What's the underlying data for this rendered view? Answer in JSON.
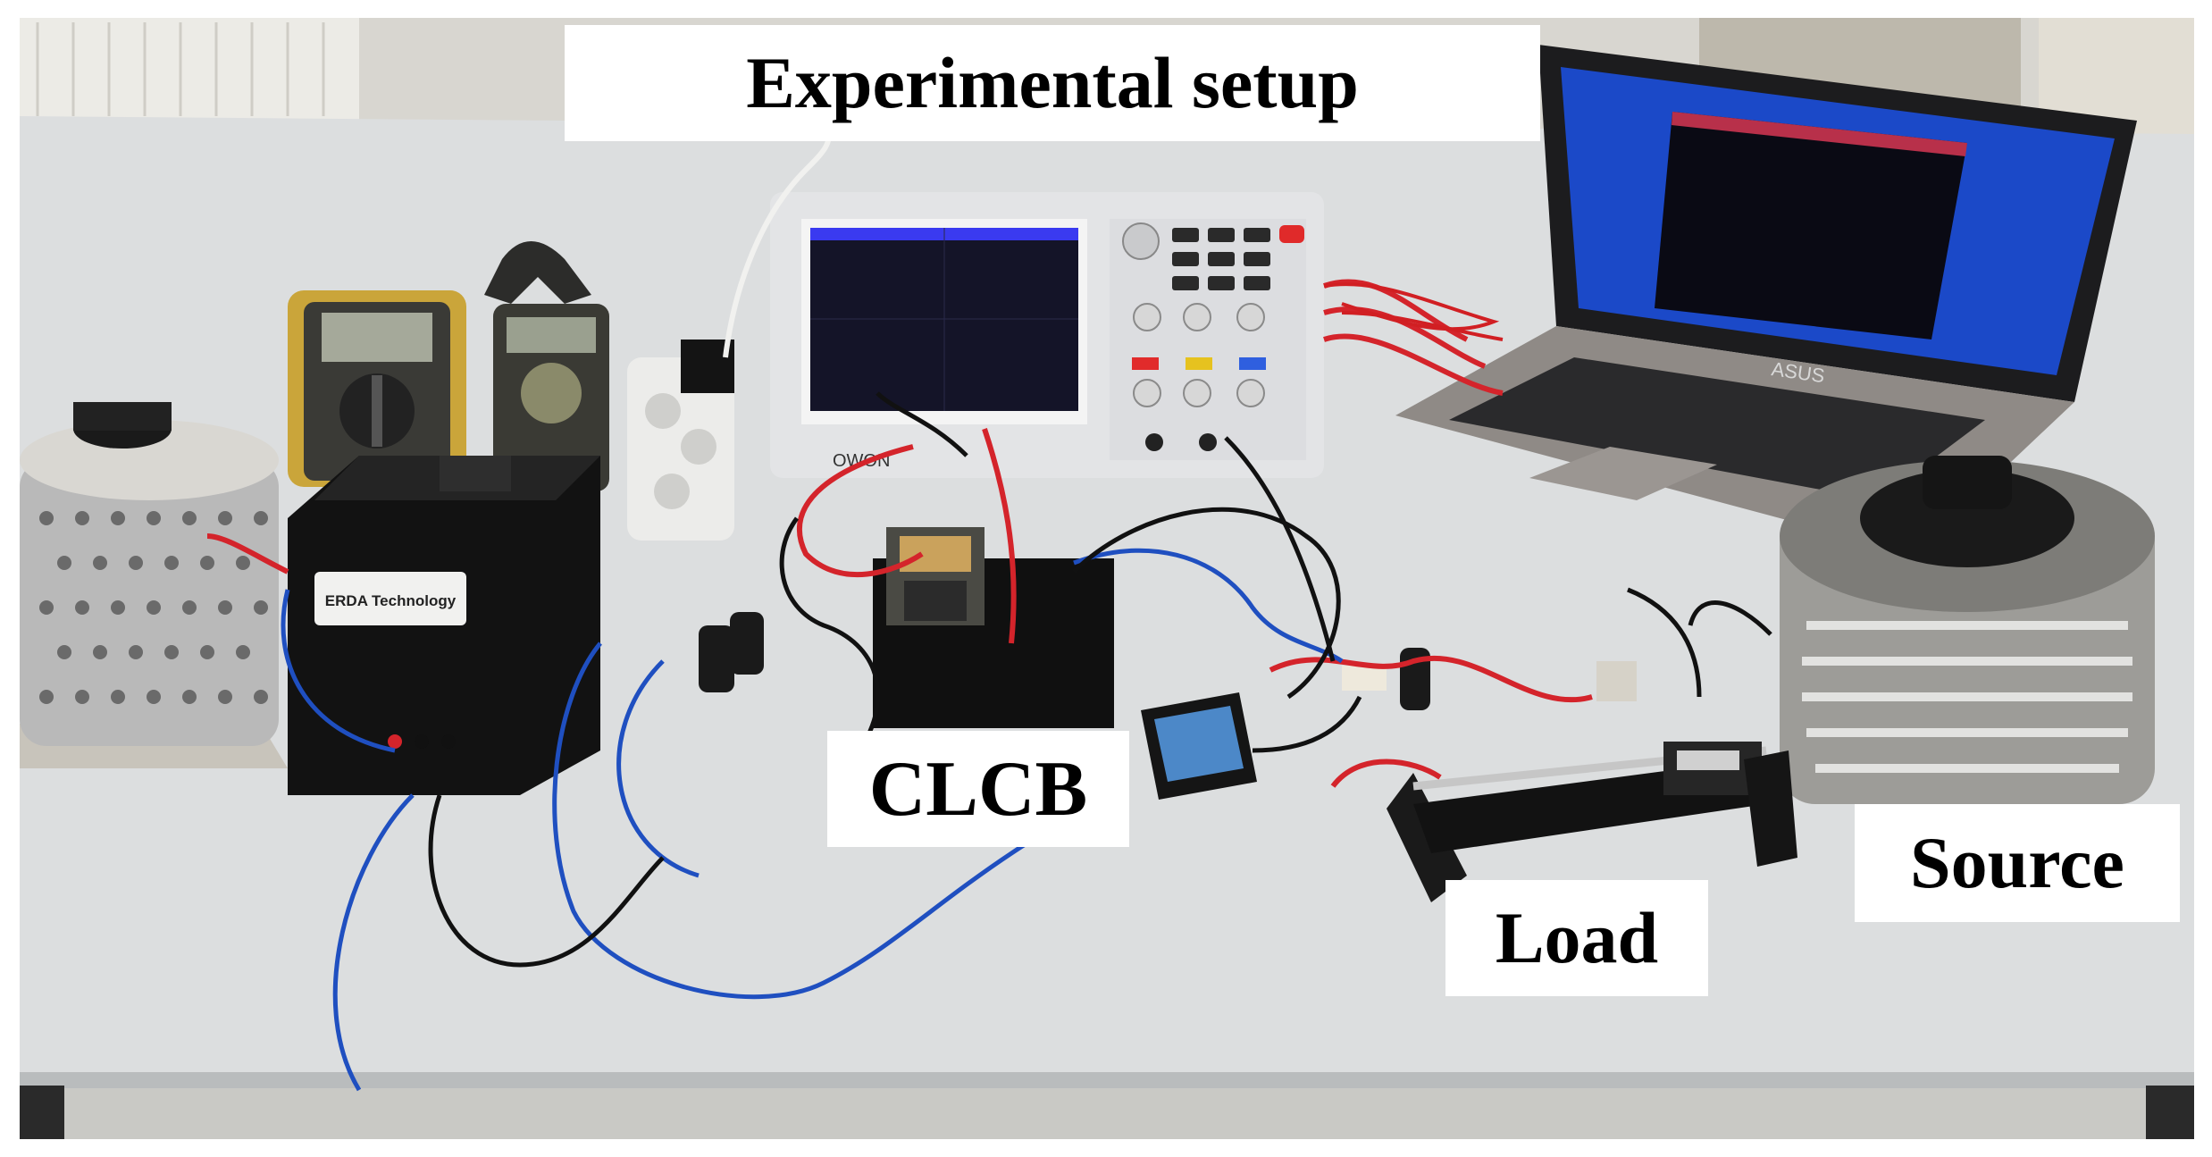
{
  "labels": {
    "title": "Experimental setup",
    "clcb": "CLCB",
    "load": "Load",
    "source": "Source"
  },
  "device_text": {
    "laptop_brand": "ASUS",
    "box_sticker": "ERDA Technology",
    "scope_brand": "OWON"
  },
  "colors": {
    "table": "#dcdedf",
    "floor": "#c9c9c5",
    "wire_red": "#d4242b",
    "wire_blue": "#1f4fc0",
    "wire_black": "#111111",
    "scope_body": "#e3e4e6",
    "laptop_screen": "#1b49c8"
  }
}
